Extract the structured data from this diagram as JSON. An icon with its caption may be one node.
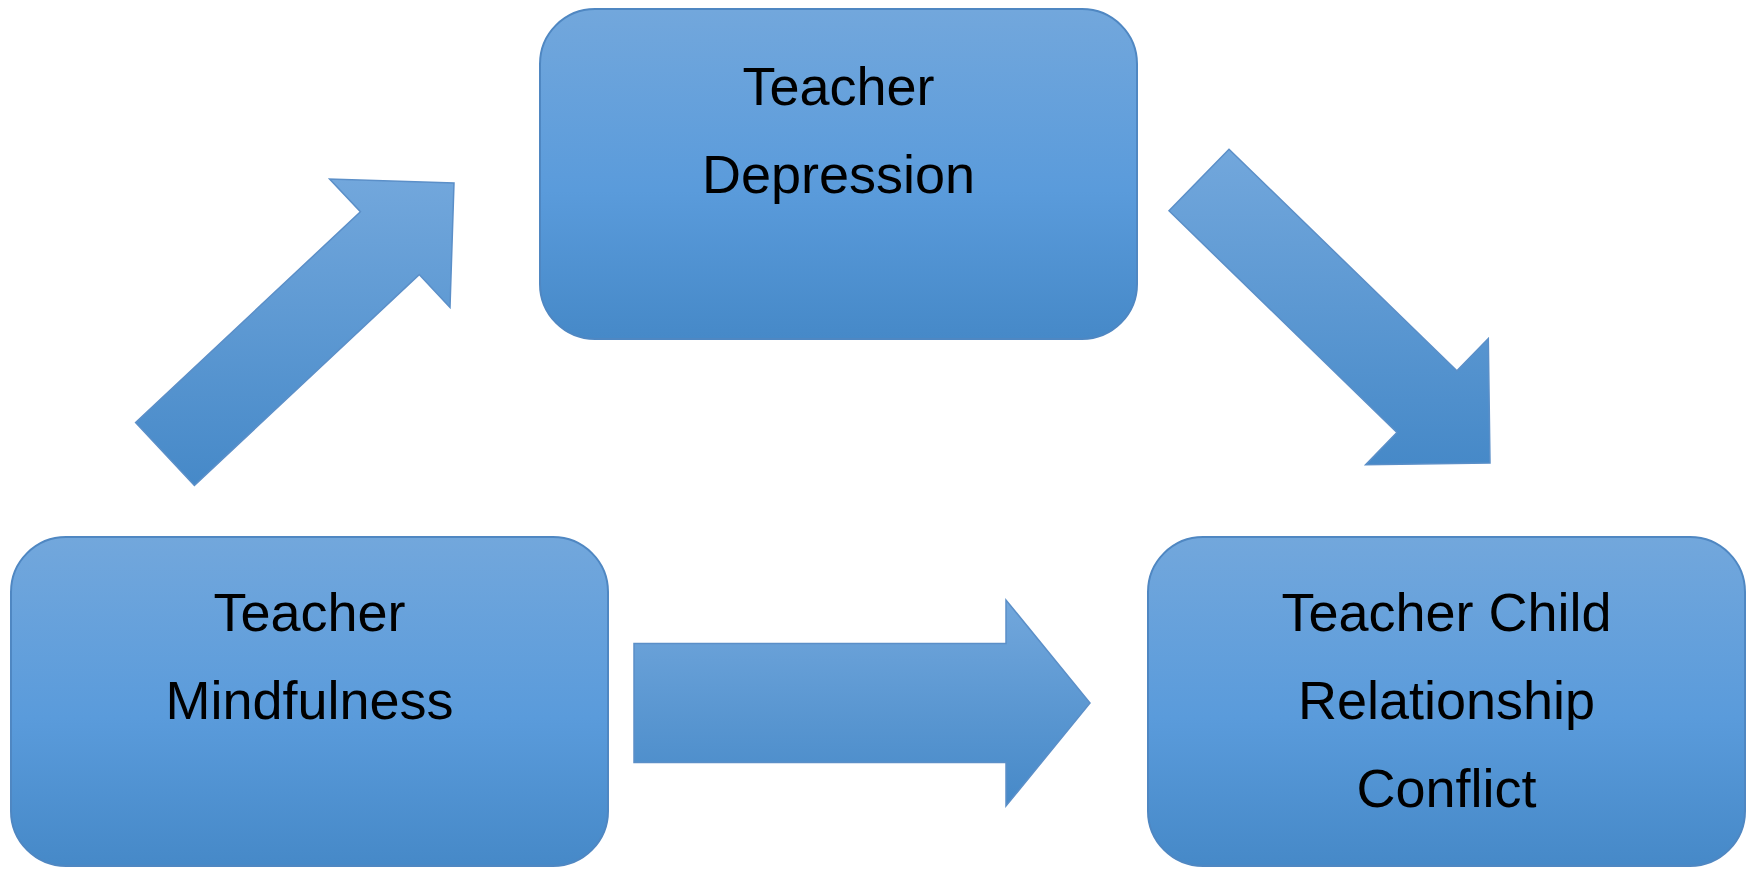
{
  "diagram": {
    "nodes": [
      {
        "text": [
          "Teacher Depression"
        ]
      },
      {
        "text": [
          "Teacher Mindfulness"
        ]
      },
      {
        "text": [
          "Teacher Child Relationship Conflict"
        ]
      }
    ],
    "edges": [
      {
        "from": 1,
        "to": 0,
        "arrow": "to"
      },
      {
        "from": 0,
        "to": 2,
        "arrow": "to"
      },
      {
        "from": 1,
        "to": 2,
        "arrow": "to"
      }
    ]
  }
}
